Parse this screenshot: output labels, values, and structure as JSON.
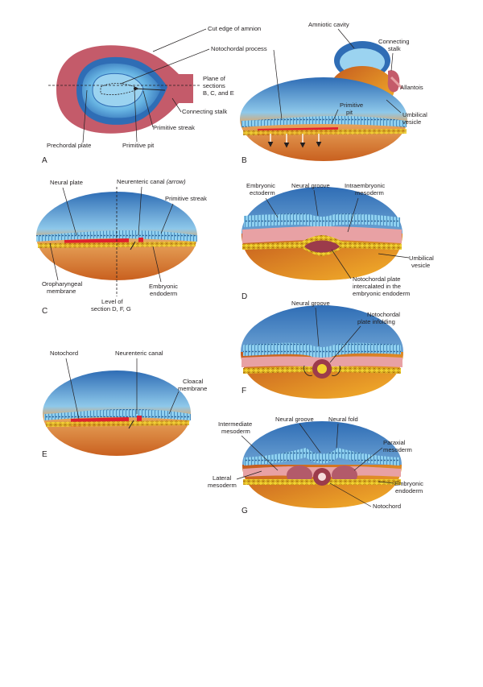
{
  "panels": {
    "A": {
      "letter": "A",
      "cut_edge_of_amnion": "Cut edge of amnion",
      "notochordal_process": "Notochordal process",
      "plane_1": "Plane of",
      "plane_2": "sections",
      "plane_3": "B, C, and E",
      "connecting_stalk": "Connecting stalk",
      "primitive_streak": "Primitive streak",
      "prechordal_plate": "Prechordal plate",
      "primitive_pit": "Primitive pit"
    },
    "B": {
      "letter": "B",
      "amniotic_cavity": "Amniotic cavity",
      "connecting_stalk_1": "Connecting",
      "connecting_stalk_2": "stalk",
      "allantois": "Allantois",
      "umbilical_vesicle_1": "Umbilical",
      "umbilical_vesicle_2": "vesicle",
      "primitive_pit_1": "Primitive",
      "primitive_pit_2": "pit"
    },
    "C": {
      "letter": "C",
      "neural_plate": "Neural plate",
      "neurenteric_canal": "Neurenteric canal",
      "neurenteric_arrow": "(arrow)",
      "primitive_streak": "Primitive streak",
      "oropharyngeal_1": "Oropharyngeal",
      "oropharyngeal_2": "membrane",
      "level_1": "Level of",
      "level_2": "section D, F, G",
      "embryonic_endoderm_1": "Embryonic",
      "embryonic_endoderm_2": "endoderm"
    },
    "D": {
      "letter": "D",
      "embryonic_ectoderm_1": "Embryonic",
      "embryonic_ectoderm_2": "ectoderm",
      "neural_groove": "Neural groove",
      "intraembryonic_1": "Intraembryonic",
      "intraembryonic_2": "mesoderm",
      "umbilical_vesicle_1": "Umbilical",
      "umbilical_vesicle_2": "vesicle",
      "notochordal_plate_1": "Notochordal plate",
      "notochordal_plate_2": "intercalated in the",
      "notochordal_plate_3": "embryonic endoderm"
    },
    "E": {
      "letter": "E",
      "notochord": "Notochord",
      "neurenteric_canal": "Neurenteric canal",
      "cloacal_1": "Cloacal",
      "cloacal_2": "membrane"
    },
    "F": {
      "letter": "F",
      "neural_groove": "Neural groove",
      "infolding_1": "Notochordal",
      "infolding_2": "plate infolding"
    },
    "G": {
      "letter": "G",
      "neural_groove": "Neural groove",
      "neural_fold": "Neural fold",
      "intermediate_1": "Intermediate",
      "intermediate_2": "mesoderm",
      "paraxial_1": "Paraxial",
      "paraxial_2": "mesoderm",
      "lateral_1": "Lateral",
      "lateral_2": "mesoderm",
      "embryonic_endoderm_1": "Embryonic",
      "embryonic_endoderm_2": "endoderm",
      "notochord": "Notochord"
    }
  },
  "colors": {
    "ectoderm": "#7fc4e8",
    "ectoderm_dark": "#3a8fc9",
    "amnion_blue": "#2f6db5",
    "yolk_orange": "#e8941f",
    "yolk_dark": "#b9531c",
    "mesoderm_pink": "#e8a1a4",
    "notochord_red": "#e0202e",
    "endoderm_yellow": "#f2d230",
    "maroon": "#9c3b4b"
  }
}
